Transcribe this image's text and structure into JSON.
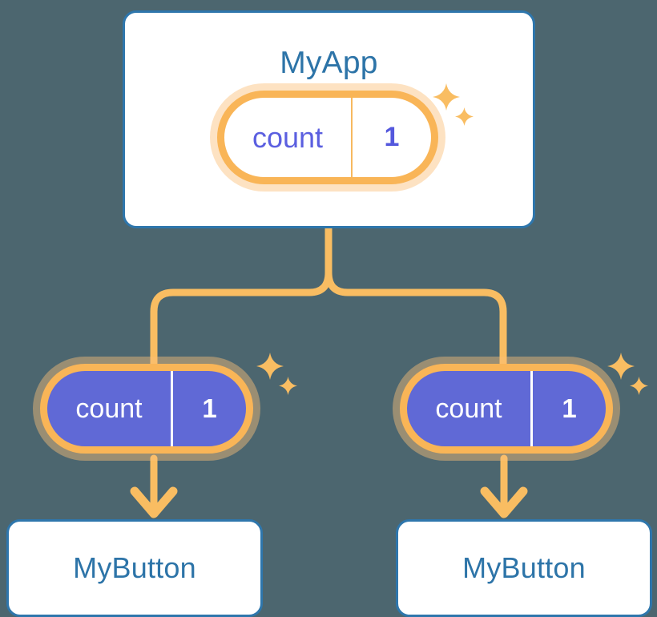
{
  "background_color": "#4c666f",
  "palette": {
    "card_border_blue": "#2e76ac",
    "title_blue": "#2d74a8",
    "pill_border_orange": "#f9b557",
    "pill_halo_orange": "#fadfb8",
    "purple_fill": "#6069d6",
    "purple_text": "#5b5fe0",
    "white": "#ffffff",
    "connector_orange": "#f9bd62"
  },
  "diagram": {
    "type": "state-propagation-tree",
    "root": {
      "card_name": "MyApp",
      "title": "MyApp",
      "state_pill": {
        "key": "count",
        "value": "1",
        "style": "white-fill",
        "sparkle": true
      }
    },
    "children": [
      {
        "state_pill": {
          "key": "count",
          "value": "1",
          "style": "purple-fill",
          "sparkle": true
        },
        "card_name": "MyButton",
        "title": "MyButton"
      },
      {
        "state_pill": {
          "key": "count",
          "value": "1",
          "style": "purple-fill",
          "sparkle": true
        },
        "card_name": "MyButton",
        "title": "MyButton"
      }
    ]
  },
  "icons": {
    "sparkle_large": "sparkle-four-point-star",
    "sparkle_small": "sparkle-four-point-star-small",
    "arrow": "arrow-down"
  }
}
